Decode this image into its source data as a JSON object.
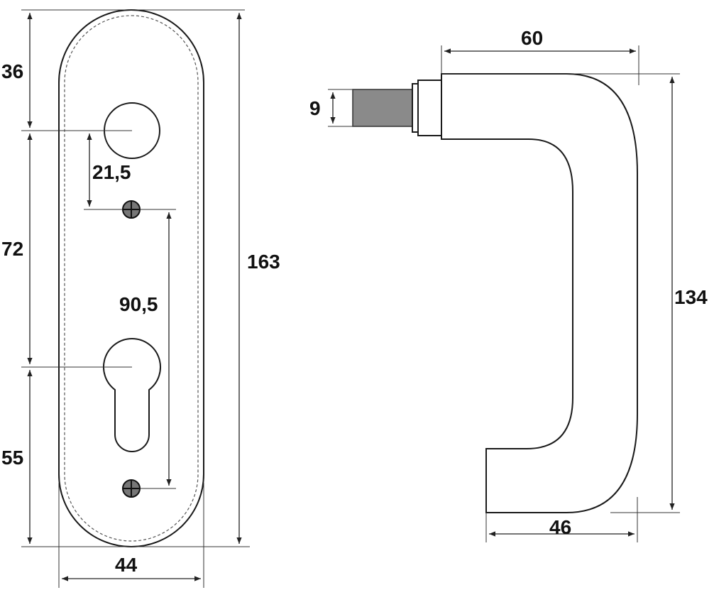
{
  "plate": {
    "dim_top": "36",
    "dim_middle": "72",
    "dim_bottom": "55",
    "dim_height": "163",
    "dim_width": "44",
    "dim_hole_to_screw": "21,5",
    "dim_screw_to_screw": "90,5"
  },
  "handle": {
    "dim_length": "60",
    "dim_spindle": "9",
    "dim_height": "134",
    "dim_base": "46"
  },
  "colors": {
    "line": "#222222",
    "spindle_fill": "#8a8a8a",
    "screw_fill": "#777777"
  }
}
